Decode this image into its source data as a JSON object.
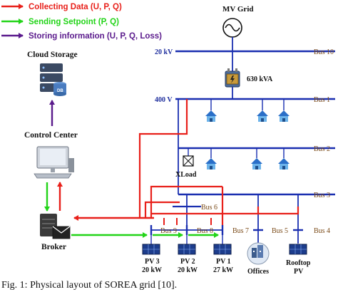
{
  "colors": {
    "collect": "#e8201a",
    "setpoint": "#22d418",
    "store": "#5a1a8c",
    "bus": "#1a2fb0",
    "bus_label": "#7a4a18"
  },
  "legend": {
    "collect": "Collecting Data (U, P, Q)",
    "setpoint": "Sending Setpoint (P, Q)",
    "store": "Storing information (U, P, Q, Loss)"
  },
  "nodes": {
    "mv_grid": "MV Grid",
    "transformer": "630 kVA",
    "cloud_storage": "Cloud Storage",
    "db_label": "DB",
    "control_center": "Control Center",
    "broker": "Broker",
    "xload": "XLoad",
    "offices": "Offices",
    "rooftop_line1": "Rooftop",
    "rooftop_line2": "PV",
    "pv3_line1": "PV 3",
    "pv3_line2": "20 kW",
    "pv2_line1": "PV 2",
    "pv2_line2": "20 kW",
    "pv1_line1": "PV 1",
    "pv1_line2": "27 kW"
  },
  "voltages": {
    "v20": "20 kV",
    "v400": "400 V"
  },
  "buses": {
    "b10": "Bus 10",
    "b1": "Bus 1",
    "b2": "Bus 2",
    "b3": "Bus 3",
    "b6": "Bus 6",
    "b9": "Bus 9",
    "b8": "Bus 8",
    "b7": "Bus 7",
    "b5": "Bus 5",
    "b4": "Bus 4"
  },
  "caption": "Fig. 1: Physical layout of SOREA grid [10]."
}
